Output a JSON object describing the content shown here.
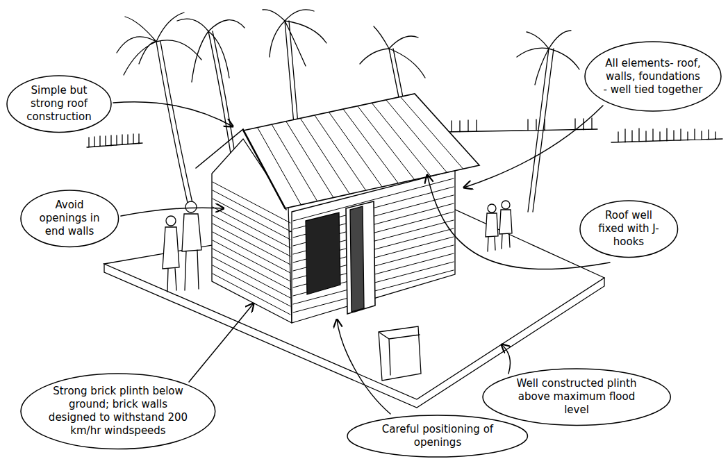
{
  "diagram": {
    "nodes": [
      {
        "text": [
          "Simple but strong roof construction"
        ]
      },
      {
        "text": [
          "All elements- roof, walls, foundations - well tied together"
        ]
      },
      {
        "text": [
          "Avoid openings in end walls"
        ]
      },
      {
        "text": [
          "Roof well fixed with J-hooks"
        ]
      },
      {
        "text": [
          "Strong brick plinth below ground; brick walls designed to withstand 200 km/hr windspeeds"
        ]
      },
      {
        "text": [
          "Well constructed plinth above maximum flood level"
        ]
      },
      {
        "text": [
          "Careful positioning of openings"
        ]
      }
    ]
  }
}
